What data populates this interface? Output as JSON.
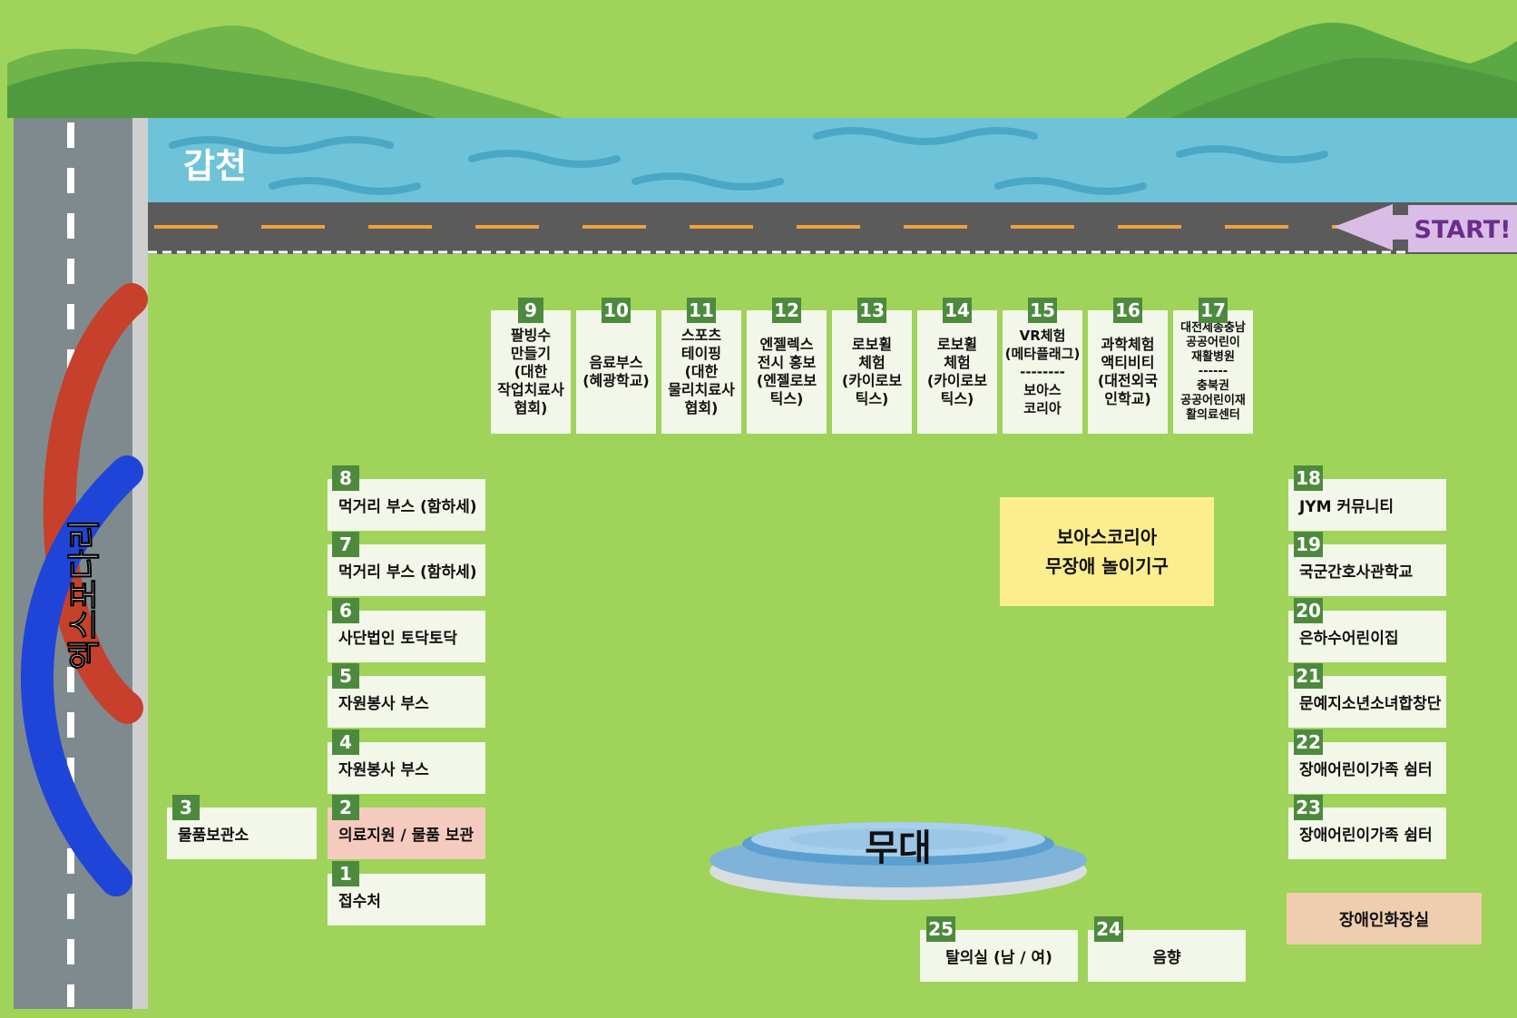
{
  "labels": {
    "river": "갑천",
    "start": "START!",
    "bridge": "엑스포다리",
    "stage": "무대"
  },
  "booths": {
    "b1": {
      "num": "1",
      "label": "접수처"
    },
    "b2": {
      "num": "2",
      "label": "의료지원 / 물품 보관"
    },
    "b3": {
      "num": "3",
      "label": "물품보관소"
    },
    "b4": {
      "num": "4",
      "label": "자원봉사 부스"
    },
    "b5": {
      "num": "5",
      "label": "자원봉사 부스"
    },
    "b6": {
      "num": "6",
      "label": "사단법인 토닥토닥"
    },
    "b7": {
      "num": "7",
      "label": "먹거리 부스 (함하세)"
    },
    "b8": {
      "num": "8",
      "label": "먹거리 부스 (함하세)"
    },
    "b9": {
      "num": "9",
      "label": "팔빙수\n만들기\n(대한\n작업치료사\n협회)"
    },
    "b10": {
      "num": "10",
      "label": "음료부스\n(혜광학교)"
    },
    "b11": {
      "num": "11",
      "label": "스포츠\n테이핑\n(대한\n물리치료사\n협회)"
    },
    "b12": {
      "num": "12",
      "label": "엔젤렉스\n전시 홍보\n(엔젤로보\n틱스)"
    },
    "b13": {
      "num": "13",
      "label": "로보휠\n체험\n(카이로보\n틱스)"
    },
    "b14": {
      "num": "14",
      "label": "로보휠\n체험\n(카이로보\n틱스)"
    },
    "b15": {
      "num": "15",
      "label": "VR체험\n(메타플래그)\n--------\n보아스\n코리아"
    },
    "b16": {
      "num": "16",
      "label": "과학체험\n액티비티\n(대전외국\n인학교)"
    },
    "b17": {
      "num": "17",
      "label": "대전세종충남\n공공어린이\n재활병원\n------\n충북권\n공공어린이재\n활의료센터"
    },
    "b18": {
      "num": "18",
      "label": "JYM 커뮤니티"
    },
    "b19": {
      "num": "19",
      "label": "국군간호사관학교"
    },
    "b20": {
      "num": "20",
      "label": "은하수어린이집"
    },
    "b21": {
      "num": "21",
      "label": "문예지소년소녀합창단"
    },
    "b22": {
      "num": "22",
      "label": "장애어린이가족 쉼터"
    },
    "b23": {
      "num": "23",
      "label": "장애어린이가족 쉼터"
    },
    "b24": {
      "num": "24",
      "label": "음향"
    },
    "b25": {
      "num": "25",
      "label": "탈의실 (남 / 여)"
    }
  },
  "specials": {
    "playground": "보아스코리아\n무장애 놀이기구",
    "awareness": "장애인화장실"
  },
  "colors": {
    "grass": "#9fd35a",
    "river": "#6fc3d8",
    "road": "#5b5b5b",
    "side_road": "#7f8a8f",
    "booth": "#f2f7e9",
    "number": "#4e8a3e",
    "medical": "#f6cbbf",
    "playground": "#fcee8f",
    "awareness": "#efcdb0",
    "start_arrow": "#d9bde6",
    "start_text": "#6b2d8c"
  }
}
